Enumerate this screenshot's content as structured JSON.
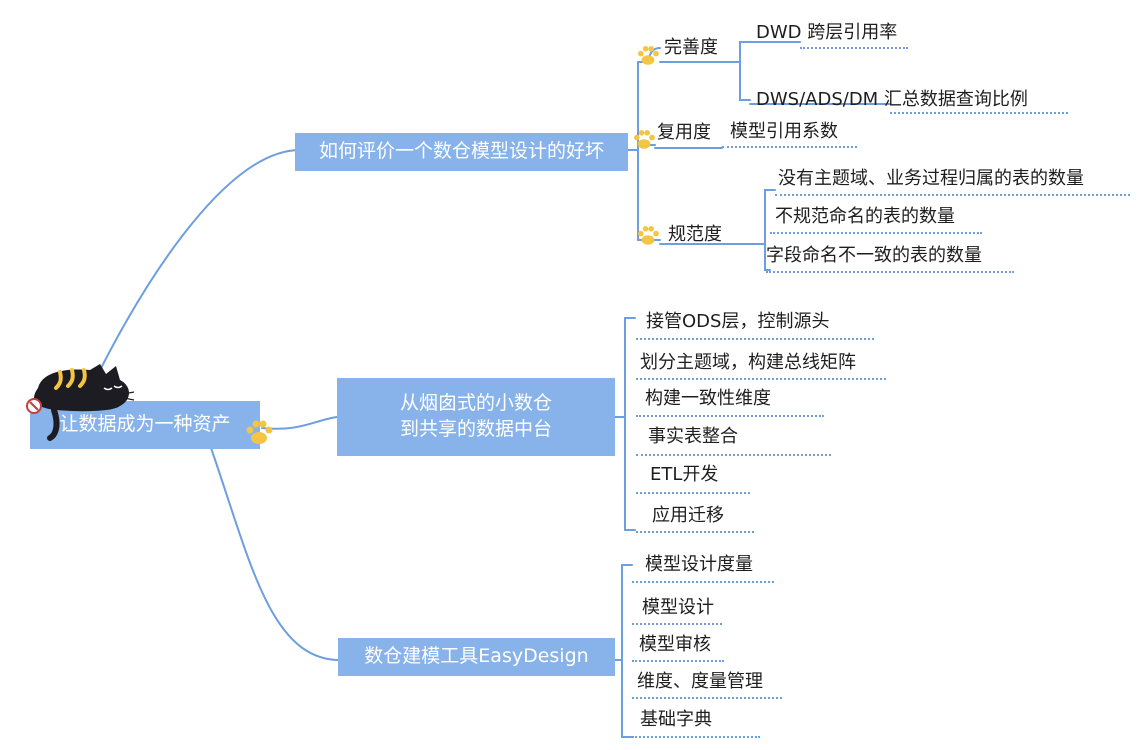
{
  "root": {
    "label": "让数据成为一种资产"
  },
  "branches": [
    {
      "label": "如何评价一个数仓模型设计的好坏",
      "children": [
        {
          "label": "完善度",
          "children": [
            "DWD 跨层引用率",
            "DWS/ADS/DM  汇总数据查询比例"
          ]
        },
        {
          "label": "复用度",
          "children": [
            "模型引用系数"
          ]
        },
        {
          "label": "规范度",
          "children": [
            "没有主题域、业务过程归属的表的数量",
            "不规范命名的表的数量",
            "字段命名不一致的表的数量"
          ]
        }
      ]
    },
    {
      "label_line1": "从烟囱式的小数仓",
      "label_line2": "到共享的数据中台",
      "children": [
        "接管ODS层，控制源头",
        "划分主题域，构建总线矩阵",
        "构建一致性维度",
        "事实表整合",
        "ETL开发",
        "应用迁移"
      ]
    },
    {
      "label": "数仓建模工具EasyDesign",
      "children": [
        "模型设计度量",
        "模型设计",
        "模型审核",
        "维度、度量管理",
        "基础字典"
      ]
    }
  ],
  "colors": {
    "node_fill": "#87b3ea",
    "line": "#6d9ee0",
    "paw": "#f4c542",
    "cat": "#1c1c22"
  },
  "icons": [
    "cat-icon",
    "paw-icon"
  ]
}
